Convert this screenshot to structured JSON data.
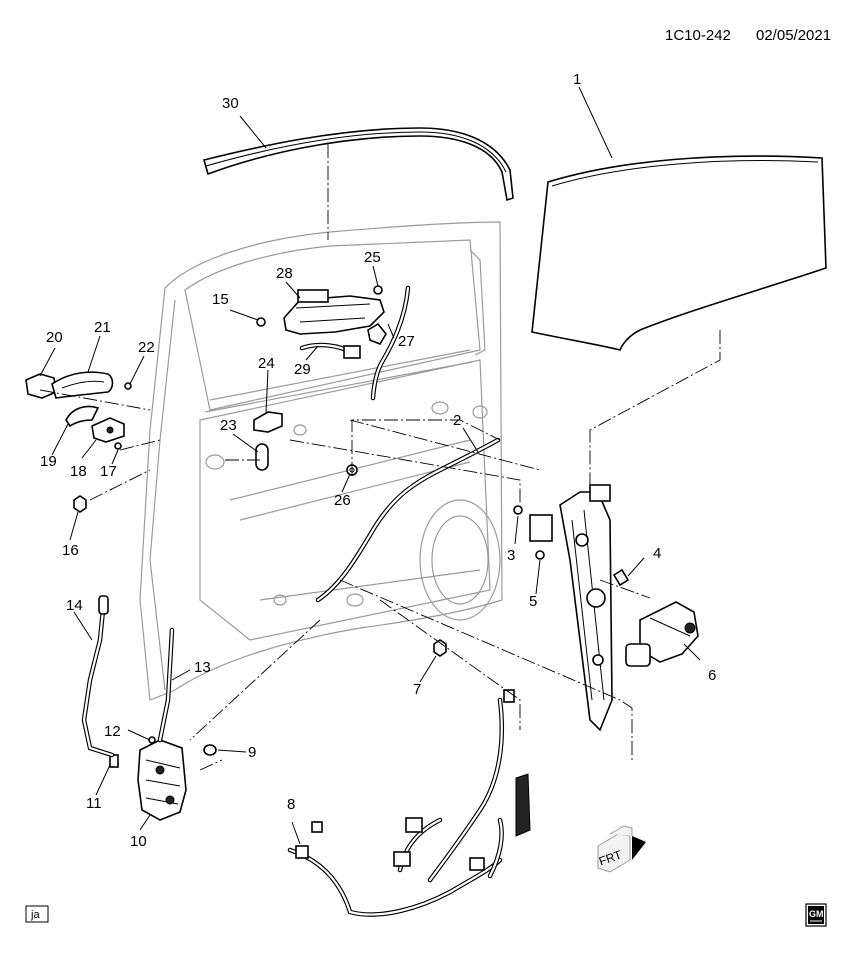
{
  "header": {
    "code": "1C10-242",
    "date": "02/05/2021"
  },
  "callouts": {
    "c1": "1",
    "c2": "2",
    "c3": "3",
    "c4": "4",
    "c5": "5",
    "c6": "6",
    "c7": "7",
    "c8": "8",
    "c9": "9",
    "c10": "10",
    "c11": "11",
    "c12": "12",
    "c13": "13",
    "c14": "14",
    "c15": "15",
    "c16": "16",
    "c17": "17",
    "c18": "18",
    "c19": "19",
    "c20": "20",
    "c21": "21",
    "c22": "22",
    "c23": "23",
    "c24": "24",
    "c25": "25",
    "c26": "26",
    "c27": "27",
    "c28": "28",
    "c29": "29",
    "c30": "30"
  },
  "direction_marker": "FRT",
  "corner_tag": "ja",
  "logo": {
    "text": "GM"
  }
}
